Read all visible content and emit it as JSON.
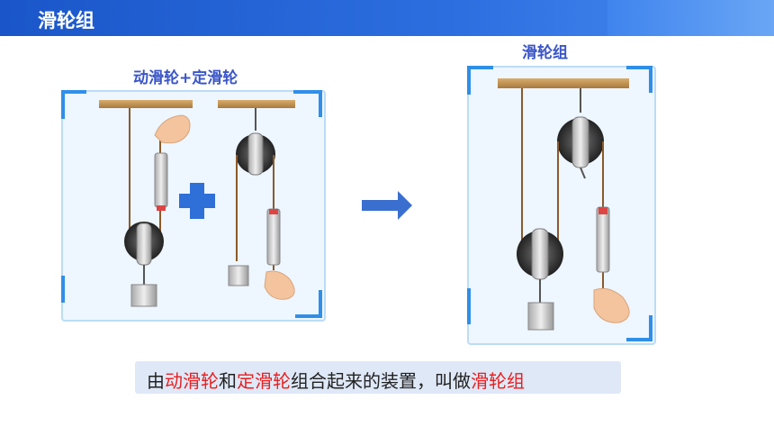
{
  "header": {
    "title": "滑轮组"
  },
  "left_panel": {
    "title": "动滑轮+定滑轮"
  },
  "right_panel": {
    "title": "滑轮组"
  },
  "caption": {
    "p1": "由",
    "h1": "动滑轮",
    "p2": "和",
    "h2": "定滑轮",
    "p3": "组合起来的装置，叫做",
    "h3": "滑轮组"
  },
  "colors": {
    "accent_blue": "#2d6fe0",
    "highlight_red": "#e82020",
    "beam_wood": "#c99a5a"
  }
}
